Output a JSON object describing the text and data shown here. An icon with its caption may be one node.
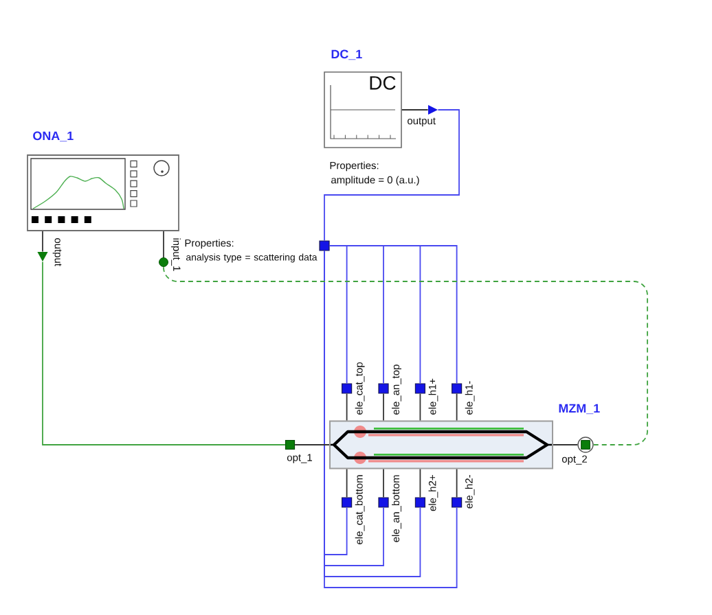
{
  "diagram": {
    "nodes": [
      {
        "text": [
          "DC_1",
          "DC"
        ],
        "beside": [
          "Properties:",
          "amplitude = 0 (a.u.)"
        ]
      },
      {
        "text": [
          "output"
        ]
      },
      {
        "text": [
          "ONA_1"
        ],
        "beside": [
          "Properties:",
          "analysis type = scattering data"
        ]
      },
      {
        "text": [
          "output"
        ]
      },
      {
        "text": [
          "input_1"
        ]
      },
      {
        "text": [],
        "shape": "box"
      },
      {
        "text": [
          "ele_cat_top"
        ]
      },
      {
        "text": [
          "ele_an_top"
        ]
      },
      {
        "text": [
          "ele_h1+"
        ]
      },
      {
        "text": [
          "ele_h1-"
        ]
      },
      {
        "text": [
          "MZM_1"
        ]
      },
      {
        "text": [
          "opt_1"
        ]
      },
      {
        "text": [
          "opt_2"
        ]
      },
      {
        "text": [
          "ele_cat_bottom"
        ]
      },
      {
        "text": [
          "ele_an_bottom"
        ]
      },
      {
        "text": [
          "ele_h2+"
        ]
      },
      {
        "text": [
          "ele_h2-"
        ]
      }
    ],
    "edges": [
      {
        "from": 0,
        "to": 1,
        "arrow": "none"
      },
      {
        "from": 2,
        "to": 3,
        "arrow": "none"
      },
      {
        "from": 2,
        "to": 4,
        "arrow": "none"
      },
      {
        "from": 1,
        "to": 5,
        "arrow": "none",
        "color": "#4848f0"
      },
      {
        "from": 5,
        "to": 6,
        "arrow": "none",
        "color": "#4848f0"
      },
      {
        "from": 5,
        "to": 7,
        "arrow": "none",
        "color": "#4848f0"
      },
      {
        "from": 5,
        "to": 8,
        "arrow": "none",
        "color": "#4848f0"
      },
      {
        "from": 5,
        "to": 9,
        "arrow": "none",
        "color": "#4848f0"
      },
      {
        "from": 5,
        "to": 13,
        "arrow": "none",
        "color": "#4848f0"
      },
      {
        "from": 5,
        "to": 14,
        "arrow": "none",
        "color": "#4848f0"
      },
      {
        "from": 5,
        "to": 15,
        "arrow": "none",
        "color": "#4848f0"
      },
      {
        "from": 5,
        "to": 16,
        "arrow": "none",
        "color": "#4848f0"
      },
      {
        "from": 10,
        "to": 6,
        "arrow": "none"
      },
      {
        "from": 10,
        "to": 7,
        "arrow": "none"
      },
      {
        "from": 10,
        "to": 8,
        "arrow": "none"
      },
      {
        "from": 10,
        "to": 9,
        "arrow": "none"
      },
      {
        "from": 10,
        "to": 13,
        "arrow": "none"
      },
      {
        "from": 10,
        "to": 14,
        "arrow": "none"
      },
      {
        "from": 10,
        "to": 15,
        "arrow": "none"
      },
      {
        "from": 10,
        "to": 16,
        "arrow": "none"
      },
      {
        "from": 10,
        "to": 11,
        "arrow": "none"
      },
      {
        "from": 10,
        "to": 12,
        "arrow": "none"
      },
      {
        "from": 3,
        "to": 11,
        "arrow": "none",
        "color": "#3fa33f"
      },
      {
        "from": 12,
        "to": 4,
        "arrow": "none",
        "style": "dashed",
        "color": "#3fa33f"
      }
    ]
  }
}
